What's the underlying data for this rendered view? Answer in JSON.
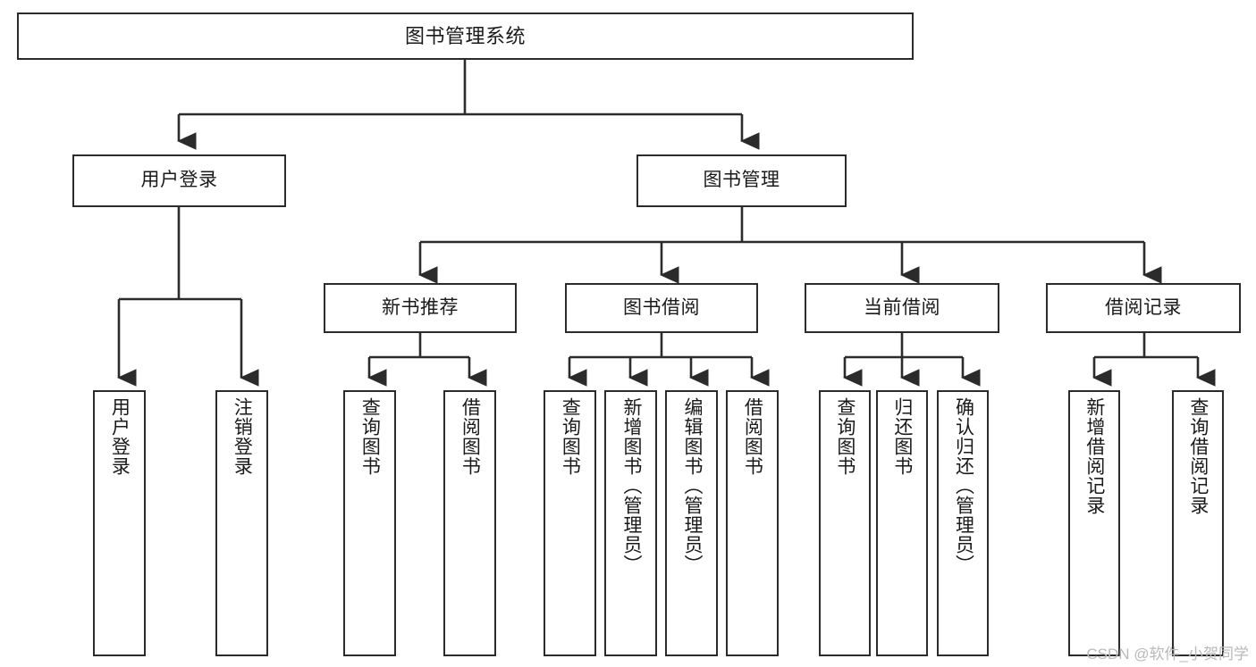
{
  "diagram": {
    "title": "图书管理系统",
    "type": "tree",
    "orientation": "top-down",
    "colors": {
      "box_border": "#2b2b2b",
      "box_fill": "#ffffff",
      "connector": "#2b2b2b",
      "text": "#1a1a1a",
      "watermark": "#b9b9b9",
      "background": "#ffffff"
    },
    "levels": {
      "root": {
        "label": "图书管理系统"
      },
      "level2": [
        {
          "label": "用户登录"
        },
        {
          "label": "图书管理"
        }
      ],
      "level3": [
        {
          "label": "新书推荐"
        },
        {
          "label": "图书借阅"
        },
        {
          "label": "当前借阅"
        },
        {
          "label": "借阅记录"
        }
      ],
      "leaves": {
        "user_login": [
          {
            "label": "用户登录"
          },
          {
            "label": "注销登录"
          }
        ],
        "new_book_recommend": [
          {
            "label": "查询图书"
          },
          {
            "label": "借阅图书"
          }
        ],
        "book_borrow": [
          {
            "label": "查询图书"
          },
          {
            "label": "新增图书（管理员）"
          },
          {
            "label": "编辑图书（管理员）"
          },
          {
            "label": "借阅图书"
          }
        ],
        "current_borrow": [
          {
            "label": "查询图书"
          },
          {
            "label": "归还图书"
          },
          {
            "label": "确认归还（管理员）"
          }
        ],
        "borrow_record": [
          {
            "label": "新增借阅记录"
          },
          {
            "label": "查询借阅记录"
          }
        ]
      }
    },
    "watermark": "CSDN @软件_小贺同学"
  }
}
